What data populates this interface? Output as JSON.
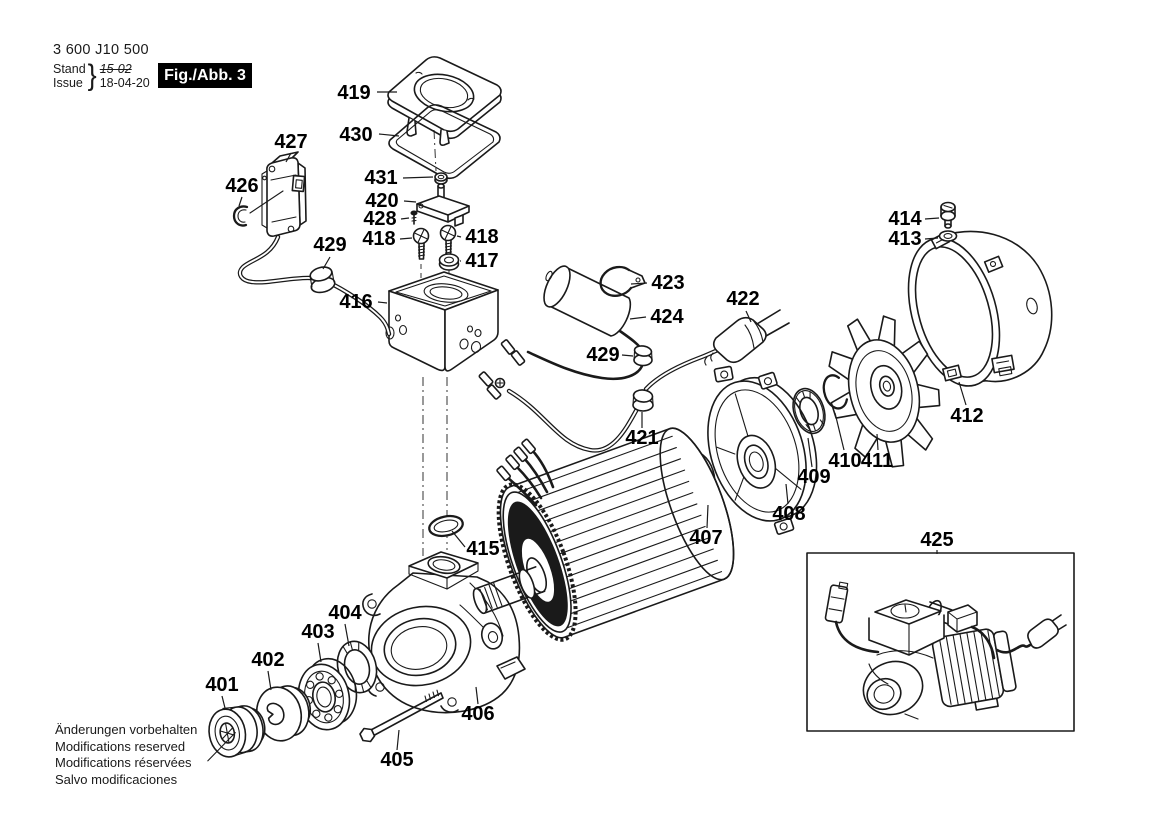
{
  "doc": {
    "catalog_number": "3 600 J10 500",
    "stand_label": "Stand",
    "issue_label": "Issue",
    "superseded_date": "15-02",
    "issue_date": "18-04-20",
    "brace": "}",
    "figure_label": "Fig./Abb. 3"
  },
  "notes": {
    "line1": "Änderungen vorbehalten",
    "line2": "Modifications reserved",
    "line3": "Modifications réservées",
    "line4": "Salvo modificaciones"
  },
  "colors": {
    "ink": "#1a1a1a",
    "paper": "#ffffff",
    "figure_box_bg": "#000000",
    "figure_box_fg": "#ffffff"
  },
  "parts": {
    "p401": "401",
    "p402": "402",
    "p403": "403",
    "p404": "404",
    "p405": "405",
    "p406": "406",
    "p407": "407",
    "p408": "408",
    "p409": "409",
    "p410": "410",
    "p411": "411",
    "p412": "412",
    "p413": "413",
    "p414": "414",
    "p415": "415",
    "p416": "416",
    "p417": "417",
    "p418a": "418",
    "p418b": "418",
    "p419": "419",
    "p420": "420",
    "p421": "421",
    "p422": "422",
    "p423": "423",
    "p424": "424",
    "p425": "425",
    "p426": "426",
    "p427": "427",
    "p428": "428",
    "p429a": "429",
    "p429b": "429",
    "p430": "430",
    "p431": "431"
  }
}
